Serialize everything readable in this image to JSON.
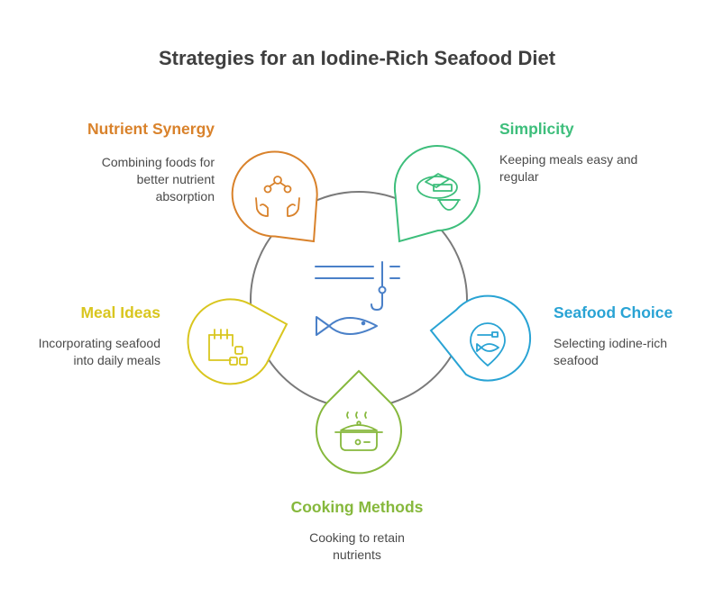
{
  "title": "Strategies for an Iodine-Rich Seafood Diet",
  "colors": {
    "nutrient_synergy": "#D9822B",
    "simplicity": "#3DBE7B",
    "seafood_choice": "#29A3D4",
    "cooking_methods": "#86B83C",
    "meal_ideas": "#D9C61F",
    "hub": "#7A7A7A",
    "center_icon": "#4A80C8"
  },
  "center_icon": "fish-hook-icon",
  "items": [
    {
      "label": "Nutrient Synergy",
      "desc_line1": "Combining foods for",
      "desc_line2": "better nutrient",
      "desc_line3": "absorption",
      "icon": "hands-molecule-icon"
    },
    {
      "label": "Simplicity",
      "desc_line1": "Keeping meals easy and",
      "desc_line2": "regular",
      "icon": "plate-bowl-icon"
    },
    {
      "label": "Seafood Choice",
      "desc_line1": "Selecting iodine-rich",
      "desc_line2": "seafood",
      "icon": "fish-pin-icon"
    },
    {
      "label": "Cooking Methods",
      "desc_line1": "Cooking to retain",
      "desc_line2": "nutrients",
      "icon": "cooking-pot-icon"
    },
    {
      "label": "Meal Ideas",
      "desc_line1": "Incorporating seafood",
      "desc_line2": "into daily meals",
      "icon": "calendar-blocks-icon"
    }
  ]
}
